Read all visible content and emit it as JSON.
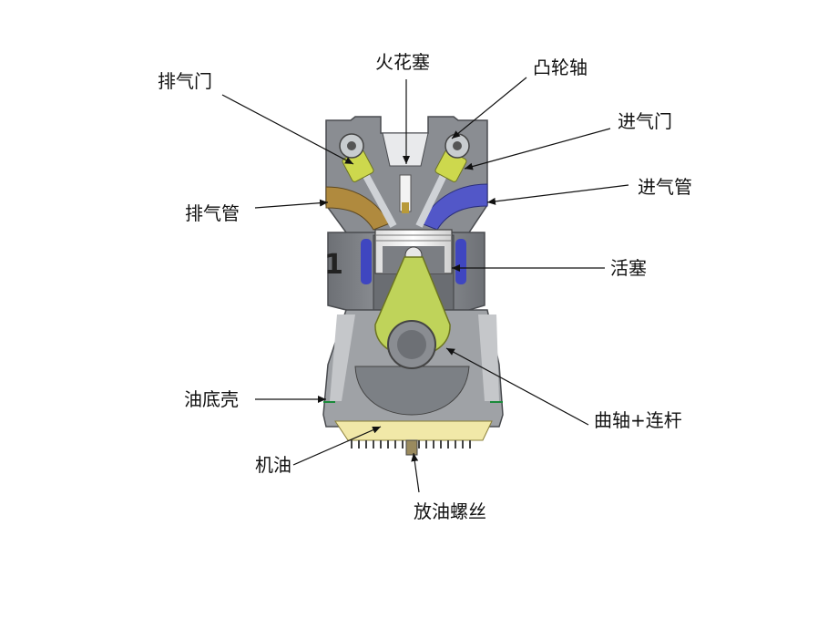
{
  "labels": {
    "spark_plug": "火花塞",
    "camshaft": "凸轮轴",
    "exhaust_valve": "排气门",
    "intake_valve": "进气门",
    "intake_pipe": "进气管",
    "exhaust_pipe": "排气管",
    "piston": "活塞",
    "oil_pan": "油底壳",
    "crankshaft_rod": "曲轴+连杆",
    "engine_oil": "机油",
    "drain_plug": "放油螺丝"
  },
  "stroke_number": "1",
  "colors": {
    "engine_gray": "#8a8d92",
    "engine_dark": "#5b5e63",
    "exhaust_pipe": "#b08a3e",
    "intake_pipe": "#5257c8",
    "conrod": "#bfd35a",
    "oil": "#f1e8a8",
    "cam": "#c8cccf"
  }
}
